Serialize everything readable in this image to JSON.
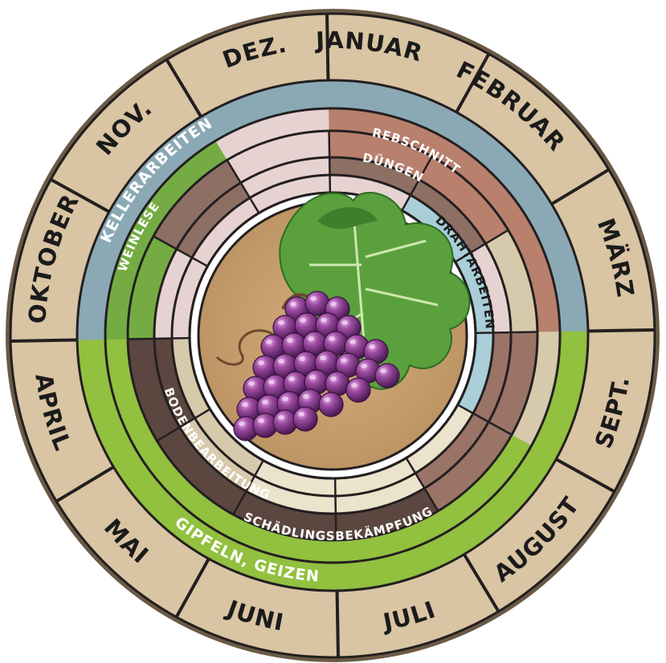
{
  "months": [
    "JANUAR",
    "FEBRUAR",
    "MÄRZ",
    "APRIL",
    "MAI",
    "JUNI",
    "JULI",
    "AUGUST",
    "SEPT.",
    "OKTOBER",
    "NOV.",
    "DEZ."
  ],
  "activities": {
    "kellerarbeiten": "KELLERARBEITEN",
    "weinlese": "WEINLESE",
    "rebschnitt": "REBSCHNITT",
    "duengen": "DÜNGEN",
    "drahtarbeiten": "DRAHTARBEITEN",
    "gipfeln": "GIPFELN, GEIZEN",
    "schaedling": "SCHÄDLINGSBEKÄMPFUNG",
    "boden": "BODENBEARBEITUNG"
  },
  "colors": {
    "month_ring": "#d9c4a3",
    "outline": "#231f20",
    "kellerarbeiten": "#8aa9b5",
    "weinlese": "#74ac43",
    "gipfeln": "#92c03f",
    "rebschnitt": "#b8806d",
    "duengen": "#8e6f63",
    "drahtarbeiten": "#a9ced8",
    "schaedling": "#5b4740",
    "boden": "#9a7467",
    "empty_pink": "#e6d3d1",
    "empty_tan": "#d7c9ab",
    "empty_cream": "#ebe3cb",
    "center": "#c8a070",
    "grape": "#8a3b8f",
    "leaf": "#5aa13e"
  },
  "icons": [
    "grape-cluster-icon",
    "vine-leaf-icon"
  ]
}
